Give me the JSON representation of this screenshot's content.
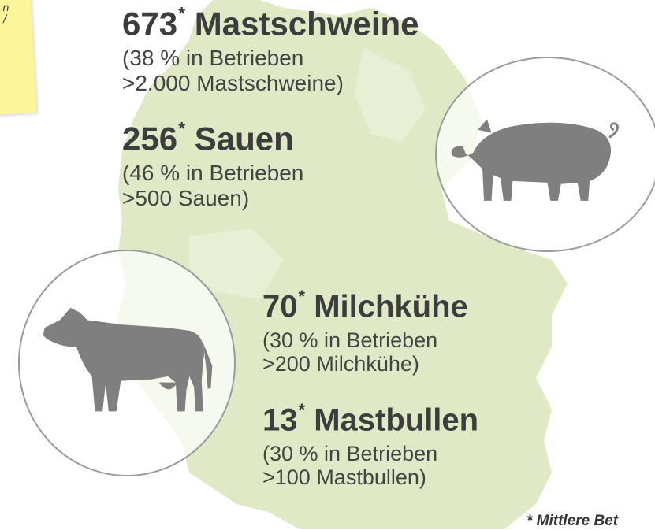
{
  "note": {
    "text": "n\n/"
  },
  "stats": [
    {
      "number": "673",
      "asterisk": "*",
      "label": "Mastschweine",
      "lines": [
        "(38 % in Betrieben",
        ">2.000 Mastschweine)"
      ]
    },
    {
      "number": "256",
      "asterisk": "*",
      "label": "Sauen",
      "lines": [
        "(46 % in Betrieben",
        ">500 Sauen)"
      ]
    },
    {
      "number": "70",
      "asterisk": "*",
      "label": "Milchkühe",
      "lines": [
        "(30 % in Betrieben",
        ">200 Milchkühe)"
      ]
    },
    {
      "number": "13",
      "asterisk": "*",
      "label": "Mastbullen",
      "lines": [
        "(30 % in Betrieben",
        ">100 Mastbullen)"
      ]
    }
  ],
  "footnote": "* Mittlere Bet",
  "icons": [
    "pig-icon",
    "cow-icon"
  ],
  "colors": {
    "map": "#dfe9c6",
    "animal": "#7f7f7f",
    "text": "#3d3d3d",
    "note": "#fdf59a",
    "circle_border": "#9b9b9b"
  }
}
